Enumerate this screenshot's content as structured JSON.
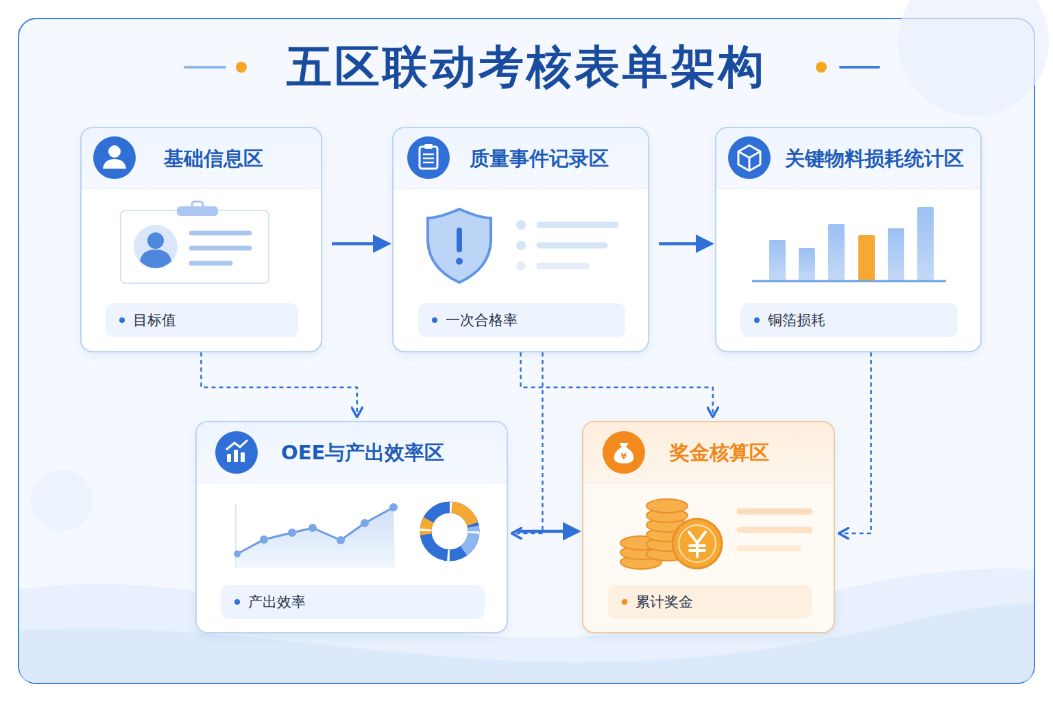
{
  "diagram": {
    "title": "五区联动考核表单架构",
    "nodes": [
      {
        "text": [
          "基础信息区"
        ]
      },
      {
        "text": [
          "目标值"
        ],
        "in": 0
      },
      {
        "text": [
          "质量事件记录区"
        ]
      },
      {
        "text": [
          "一次合格率"
        ],
        "in": 2
      },
      {
        "text": [
          "关键物料损耗统计区"
        ]
      },
      {
        "text": [
          "铜箔损耗"
        ],
        "in": 4
      },
      {
        "text": [
          "OEE与产出效率区"
        ]
      },
      {
        "text": [
          "产出效率"
        ],
        "in": 6
      },
      {
        "text": [
          "奖金核算区"
        ]
      },
      {
        "text": [
          "累计奖金"
        ],
        "in": 8
      }
    ],
    "edges": [
      {
        "from": 0,
        "to": 2,
        "arrow": "to"
      },
      {
        "from": 2,
        "to": 4,
        "arrow": "to"
      },
      {
        "from": 6,
        "to": 8,
        "arrow": "to"
      },
      {
        "from": 0,
        "to": 6,
        "arrow": "to"
      },
      {
        "from": 2,
        "to": 6,
        "arrow": "to"
      },
      {
        "from": 2,
        "to": 8,
        "arrow": "to"
      },
      {
        "from": 4,
        "to": 8,
        "arrow": "to"
      }
    ]
  }
}
